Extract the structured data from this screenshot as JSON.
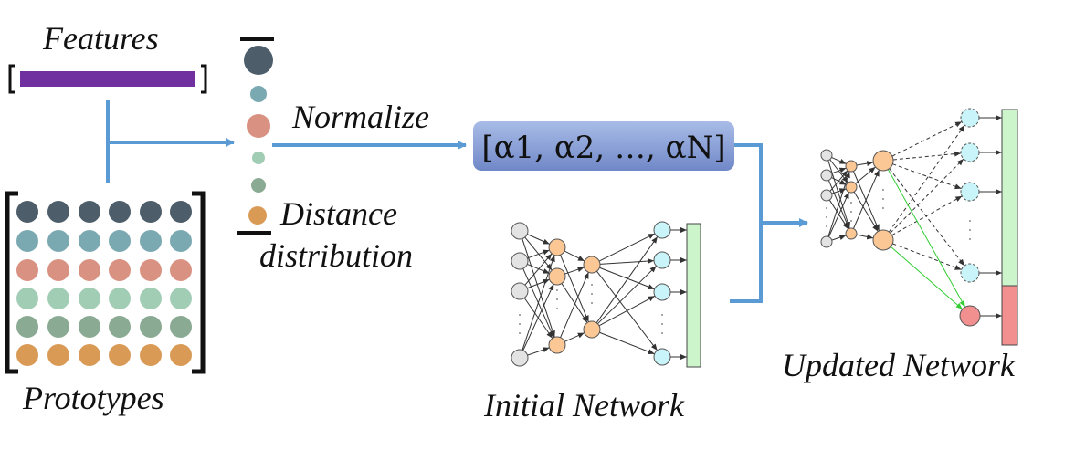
{
  "labels": {
    "features": "Features",
    "prototypes": "Prototypes",
    "normalize": "Normalize",
    "distance_line1": "Distance",
    "distance_line2": "distribution",
    "alpha_vector": "[α1, α2, …, αN]",
    "initial_network": "Initial Network",
    "updated_network": "Updated Network"
  },
  "colors": {
    "feature_bar": "#7030a0",
    "arrow": "#5b9bd5",
    "alpha_box_top": "#9db1e2",
    "alpha_box_bottom": "#7088c8",
    "prototype_rows": [
      "#4d5e6a",
      "#7ba9b2",
      "#d99282",
      "#a2cdb5",
      "#8aaa94",
      "#d99a55"
    ],
    "input_node": "#e3e3e3",
    "hidden_node": "#fbc795",
    "output_node": "#c9f5fa",
    "output_bar": "#ccf5cc",
    "new_class_node": "#f29090",
    "new_class_bar": "#f29090",
    "new_edge": "#33cc33"
  },
  "icons": {
    "bracket": "square-bracket",
    "prototype": "circle",
    "neuron": "circle"
  }
}
